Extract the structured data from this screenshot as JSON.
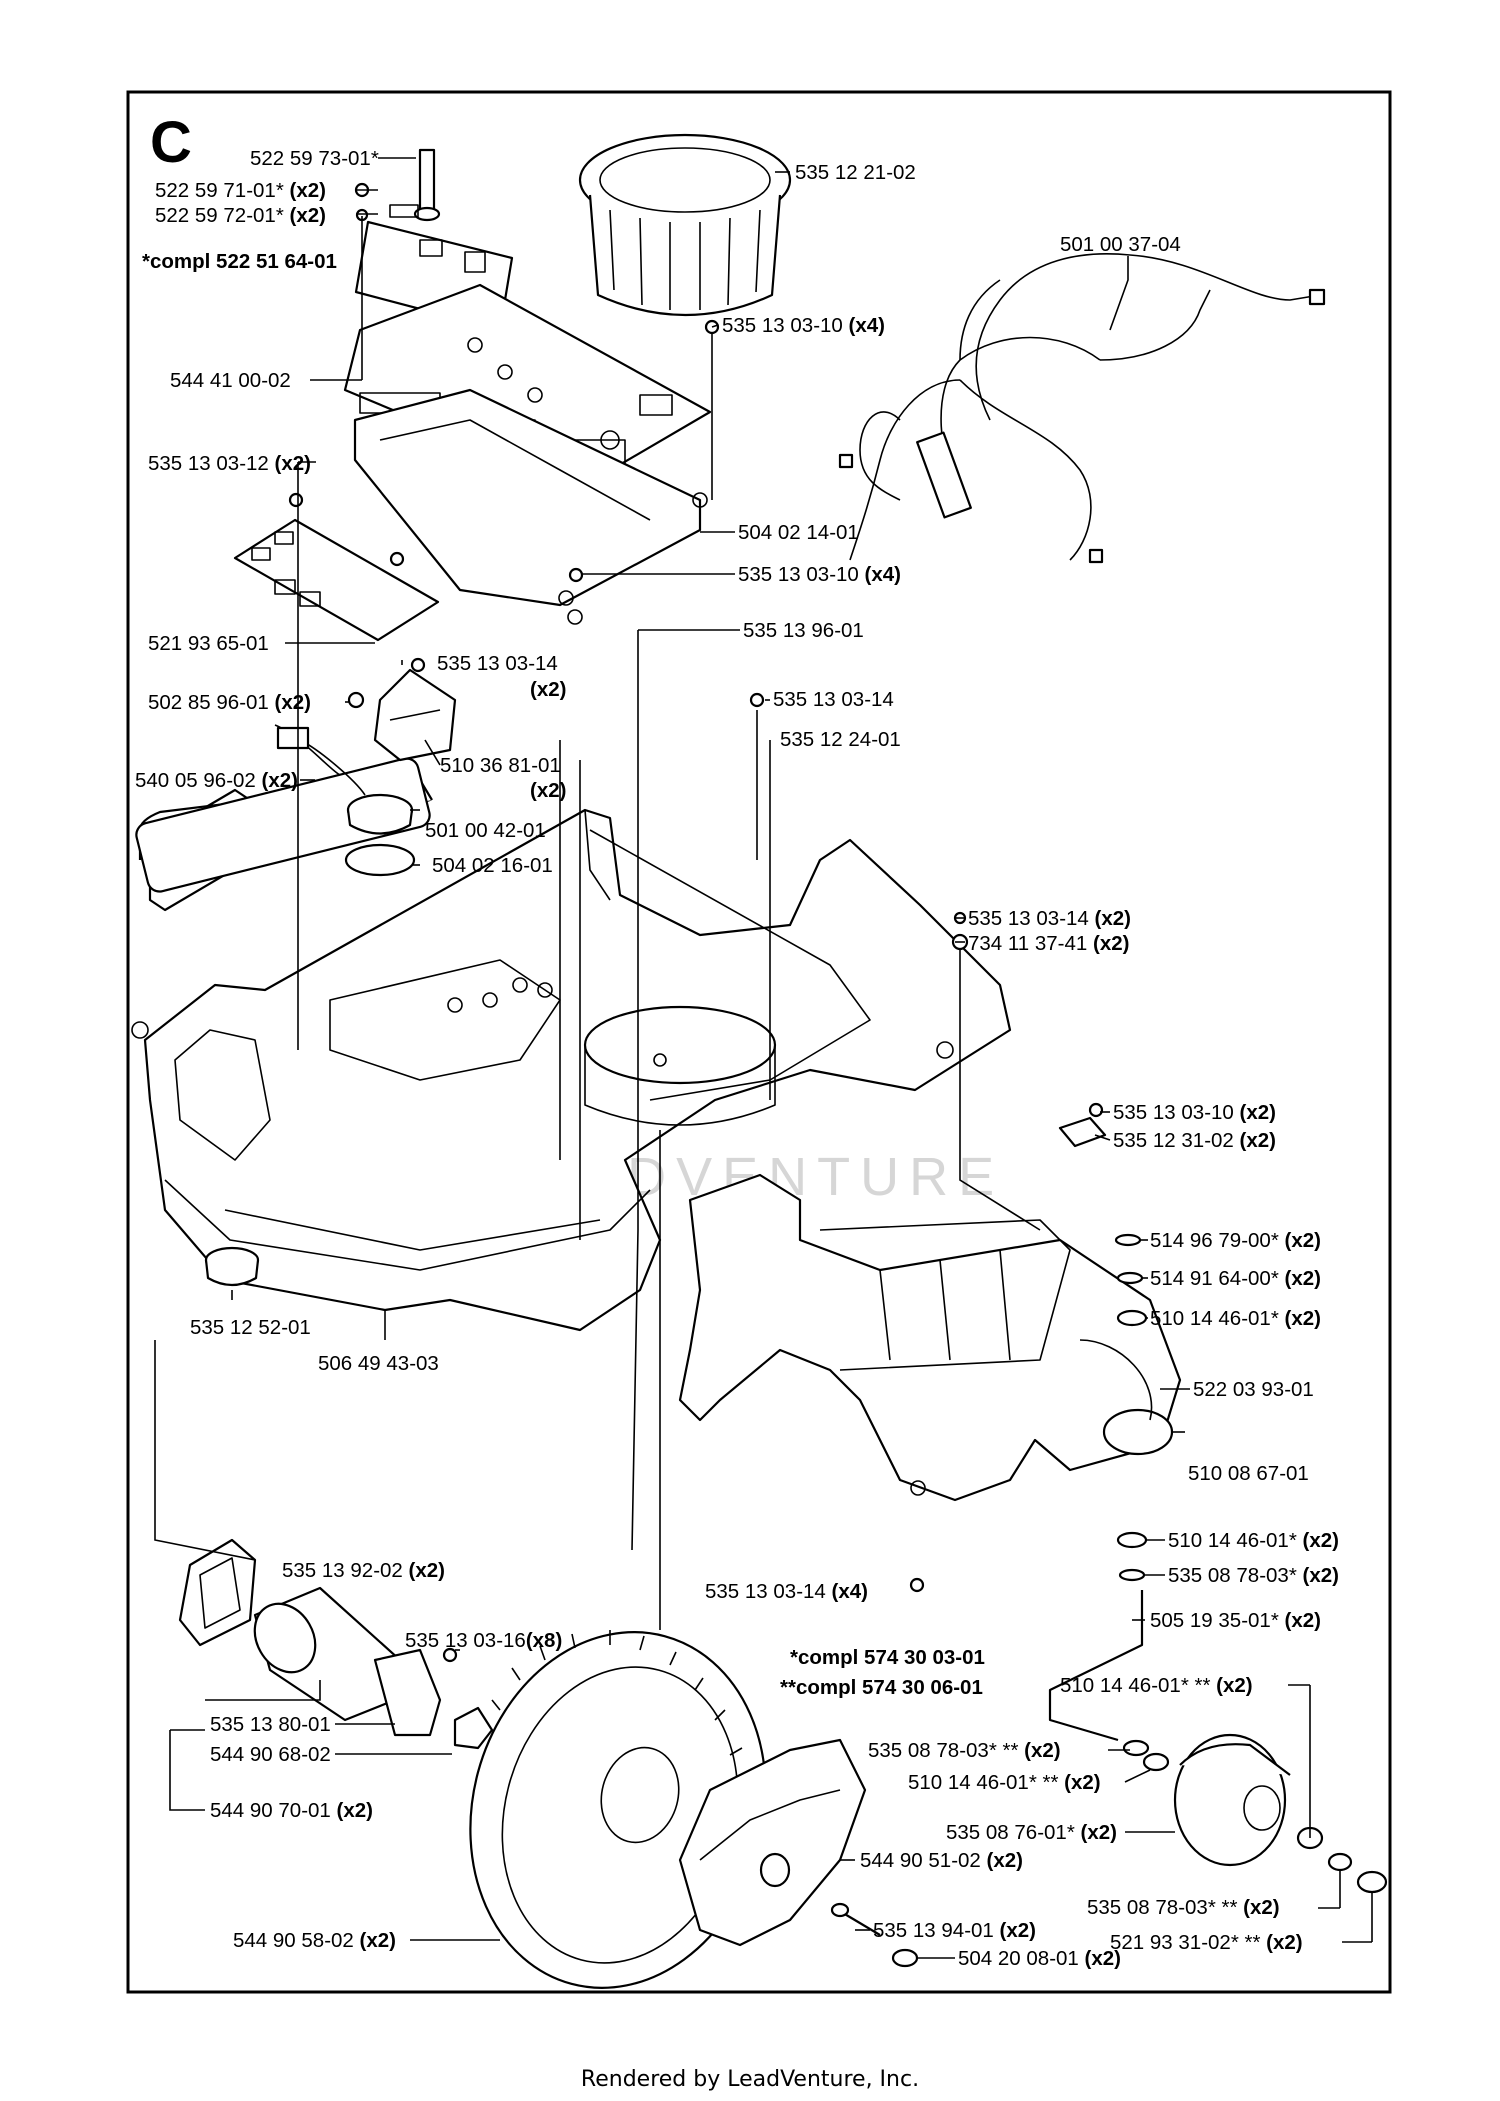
{
  "section_letter": "C",
  "watermark": "LEADVENTURE",
  "footer": "Rendered by LeadVenture, Inc.",
  "labels": [
    {
      "id": "l1",
      "num": "522 59 73-01*",
      "qty": ""
    },
    {
      "id": "l2",
      "num": "522 59 71-01*",
      "qty": "(x2)"
    },
    {
      "id": "l3",
      "num": "522 59 72-01*",
      "qty": "(x2)"
    },
    {
      "id": "l4",
      "num": "*compl 522 51 64-01",
      "qty": ""
    },
    {
      "id": "l5",
      "num": "544 41 00-02",
      "qty": ""
    },
    {
      "id": "l6",
      "num": "535 13 03-12",
      "qty": "(x2)"
    },
    {
      "id": "l7",
      "num": "521 93 65-01",
      "qty": ""
    },
    {
      "id": "l8",
      "num": "535 13 03-14",
      "qty": "(x2)"
    },
    {
      "id": "l9",
      "num": "502 85 96-01",
      "qty": "(x2)"
    },
    {
      "id": "l10",
      "num": "510 36 81-01",
      "qty": "(x2)"
    },
    {
      "id": "l11",
      "num": "540 05 96-02",
      "qty": "(x2)"
    },
    {
      "id": "l12",
      "num": "501 00 42-01",
      "qty": ""
    },
    {
      "id": "l13",
      "num": "504 02 16-01",
      "qty": ""
    },
    {
      "id": "l14",
      "num": "535 12 21-02",
      "qty": ""
    },
    {
      "id": "l15",
      "num": "535 13 03-10",
      "qty": "(x4)"
    },
    {
      "id": "l16",
      "num": "501 00 37-04",
      "qty": ""
    },
    {
      "id": "l17",
      "num": "504 02 14-01",
      "qty": ""
    },
    {
      "id": "l18",
      "num": "535 13 03-10",
      "qty": "(x4)"
    },
    {
      "id": "l19",
      "num": "535 13 96-01",
      "qty": ""
    },
    {
      "id": "l20",
      "num": "535 13 03-14",
      "qty": ""
    },
    {
      "id": "l21",
      "num": "535 12 24-01",
      "qty": ""
    },
    {
      "id": "l22",
      "num": "535 13 03-14",
      "qty": "(x2)"
    },
    {
      "id": "l23",
      "num": "734 11 37-41",
      "qty": "(x2)"
    },
    {
      "id": "l24",
      "num": "535 13 03-10",
      "qty": "(x2)"
    },
    {
      "id": "l25",
      "num": "535 12 31-02",
      "qty": "(x2)"
    },
    {
      "id": "l26",
      "num": "514 96 79-00*",
      "qty": "(x2)"
    },
    {
      "id": "l27",
      "num": "514 91 64-00*",
      "qty": "(x2)"
    },
    {
      "id": "l28",
      "num": "510 14 46-01*",
      "qty": "(x2)"
    },
    {
      "id": "l29",
      "num": "522 03 93-01",
      "qty": ""
    },
    {
      "id": "l30",
      "num": "510 08 67-01",
      "qty": ""
    },
    {
      "id": "l31",
      "num": "535 12 52-01",
      "qty": ""
    },
    {
      "id": "l32",
      "num": "506 49 43-03",
      "qty": ""
    },
    {
      "id": "l33",
      "num": "510 14 46-01*",
      "qty": "(x2)"
    },
    {
      "id": "l34",
      "num": "535 08 78-03*",
      "qty": "(x2)"
    },
    {
      "id": "l35",
      "num": "535 13 03-14",
      "qty": "(x4)"
    },
    {
      "id": "l36",
      "num": "535 13 92-02",
      "qty": "(x2)"
    },
    {
      "id": "l37",
      "num": "535 13 03-16",
      "qty": "(x8)"
    },
    {
      "id": "l38",
      "num": "*compl 574 30 03-01",
      "qty": ""
    },
    {
      "id": "l39",
      "num": "**compl 574 30 06-01",
      "qty": ""
    },
    {
      "id": "l40",
      "num": "505 19 35-01*",
      "qty": "(x2)"
    },
    {
      "id": "l41",
      "num": "510 14 46-01* **",
      "qty": "(x2)"
    },
    {
      "id": "l42",
      "num": "535 13 80-01",
      "qty": ""
    },
    {
      "id": "l43",
      "num": "544 90 68-02",
      "qty": ""
    },
    {
      "id": "l44",
      "num": "535 08 78-03* **",
      "qty": "(x2)"
    },
    {
      "id": "l45",
      "num": "510 14 46-01* **",
      "qty": "(x2)"
    },
    {
      "id": "l46",
      "num": "544 90 70-01",
      "qty": "(x2)"
    },
    {
      "id": "l47",
      "num": "535 08 76-01*",
      "qty": "(x2)"
    },
    {
      "id": "l48",
      "num": "544 90 51-02",
      "qty": "(x2)"
    },
    {
      "id": "l49",
      "num": "535 08 78-03* **",
      "qty": "(x2)"
    },
    {
      "id": "l50",
      "num": "535 13 94-01",
      "qty": "(x2)"
    },
    {
      "id": "l51",
      "num": "521 93 31-02* **",
      "qty": "(x2)"
    },
    {
      "id": "l52",
      "num": "544 90 58-02",
      "qty": "(x2)"
    },
    {
      "id": "l53",
      "num": "504 20 08-01",
      "qty": "(x2)"
    }
  ]
}
